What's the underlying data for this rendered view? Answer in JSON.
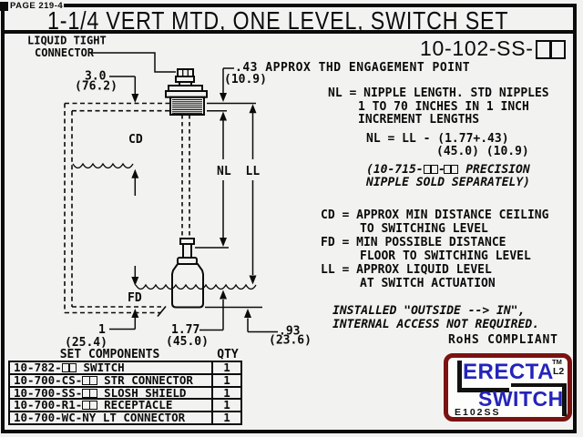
{
  "page": {
    "label": "PAGE 219-4",
    "title": "1-1/4 VERT MTD, ONE LEVEL, SWITCH SET",
    "part_number": "10-102-SS-"
  },
  "diagram": {
    "labels": {
      "liquid_tight_line1": "LIQUID TIGHT",
      "liquid_tight_line2": "CONNECTOR",
      "dim_3_0": "3.0",
      "dim_3_0_mm": "(76.2)",
      "cd": "CD",
      "nl": "NL",
      "ll": "LL",
      "fd": "FD",
      "thd_engagement": ".43 APPROX THD ENGAGEMENT POINT",
      "thd_engagement_mm": "(10.9)",
      "dim_1": "1",
      "dim_1_mm": "(25.4)",
      "dim_1_77": "1.77",
      "dim_1_77_mm": "(45.0)",
      "dim_93": ".93",
      "dim_93_mm": "(23.6)"
    }
  },
  "notes": {
    "nl1": "NL = NIPPLE LENGTH. STD NIPPLES",
    "nl2": "1 TO 70 INCHES IN 1 INCH",
    "nl3": "INCREMENT LENGTHS",
    "eq1": "NL = LL - (1.77+.43)",
    "eq2": "(45.0) (10.9)",
    "prec1": "(10-715-□□-□□ PRECISION",
    "prec2": "NIPPLE SOLD SEPARATELY)",
    "cd1": "CD = APPROX MIN DISTANCE CEILING",
    "cd2": "TO SWITCHING LEVEL",
    "fd1": "FD = MIN POSSIBLE DISTANCE",
    "fd2": "FLOOR TO SWITCHING LEVEL",
    "ll1": "LL = APPROX LIQUID LEVEL",
    "ll2": "AT SWITCH ACTUATION",
    "inst1": "INSTALLED \"OUTSIDE --> IN\",",
    "inst2": "INTERNAL ACCESS NOT REQUIRED.",
    "rohs": "RoHS COMPLIANT"
  },
  "table": {
    "title": "SET COMPONENTS",
    "qty_header": "QTY",
    "rows": [
      {
        "name": "10-782-□□ SWITCH",
        "qty": "1"
      },
      {
        "name": "10-700-CS-□□ STR CONNECTOR",
        "qty": "1"
      },
      {
        "name": "10-700-SS-□□ SLOSH SHIELD",
        "qty": "1"
      },
      {
        "name": "10-700-R1-□□ RECEPTACLE",
        "qty": "1"
      },
      {
        "name": "10-700-WC-NY LT CONNECTOR",
        "qty": "1"
      }
    ]
  },
  "logo": {
    "brand_top": "ERECTA",
    "brand_bottom": "SWITCH",
    "tm": "TM",
    "model": "L2",
    "code": "E102SS",
    "border_color": "#7b1212",
    "text_color": "#2424bb"
  }
}
